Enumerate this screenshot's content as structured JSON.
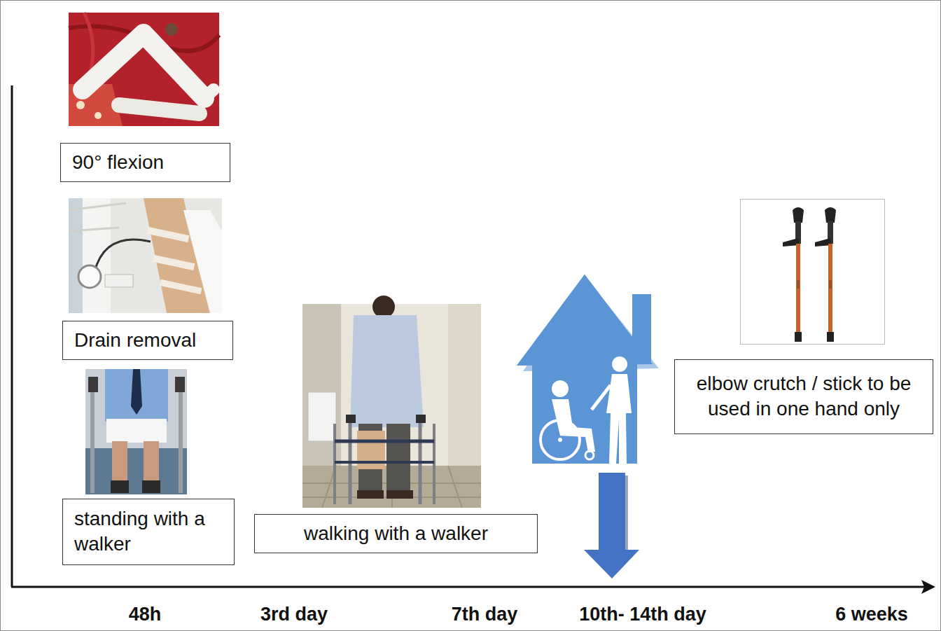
{
  "diagram": {
    "nodes": [
      {
        "text": [
          "90° flexion"
        ]
      },
      {
        "text": [
          "Drain removal"
        ]
      },
      {
        "text": [
          "standing with a walker"
        ]
      },
      {
        "text": [
          "walking with a walker"
        ]
      },
      {
        "text": [
          "elbow crutch / stick to be used in one hand only"
        ]
      }
    ],
    "labels": [
      "48h",
      "3rd day",
      "7th day",
      "10th- 14th day",
      "6 weeks"
    ]
  }
}
